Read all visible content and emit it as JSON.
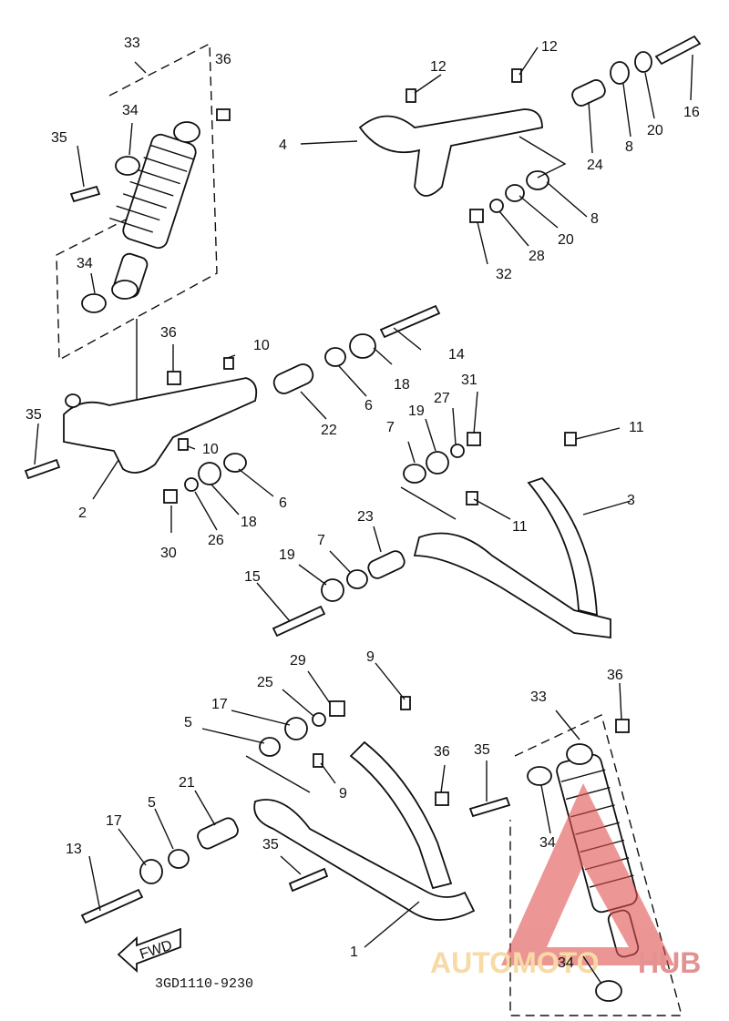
{
  "diagram": {
    "drawing_code": "3GD1110-9230",
    "fwd_label": "FWD",
    "watermark": {
      "part1": "AUTOMOTO",
      "part2": "HUB",
      "color1": "#f2c26a",
      "color2": "#d24a4a"
    },
    "callouts": [
      {
        "id": "c33a",
        "text": "33"
      },
      {
        "id": "c36a",
        "text": "36"
      },
      {
        "id": "c34a",
        "text": "34"
      },
      {
        "id": "c35a",
        "text": "35"
      },
      {
        "id": "c34b",
        "text": "34"
      },
      {
        "id": "c36b",
        "text": "36"
      },
      {
        "id": "c35b",
        "text": "35"
      },
      {
        "id": "c10a",
        "text": "10"
      },
      {
        "id": "c10b",
        "text": "10"
      },
      {
        "id": "c2",
        "text": "2"
      },
      {
        "id": "c30",
        "text": "30"
      },
      {
        "id": "c26",
        "text": "26"
      },
      {
        "id": "c18a",
        "text": "18"
      },
      {
        "id": "c6a",
        "text": "6"
      },
      {
        "id": "c22",
        "text": "22"
      },
      {
        "id": "c6b",
        "text": "6"
      },
      {
        "id": "c18b",
        "text": "18"
      },
      {
        "id": "c14",
        "text": "14"
      },
      {
        "id": "c12a",
        "text": "12"
      },
      {
        "id": "c12b",
        "text": "12"
      },
      {
        "id": "c4",
        "text": "4"
      },
      {
        "id": "c16",
        "text": "16"
      },
      {
        "id": "c8a",
        "text": "8"
      },
      {
        "id": "c20a",
        "text": "20"
      },
      {
        "id": "c24",
        "text": "24"
      },
      {
        "id": "c8b",
        "text": "8"
      },
      {
        "id": "c20b",
        "text": "20"
      },
      {
        "id": "c28",
        "text": "28"
      },
      {
        "id": "c32",
        "text": "32"
      },
      {
        "id": "c7a",
        "text": "7"
      },
      {
        "id": "c19a",
        "text": "19"
      },
      {
        "id": "c27",
        "text": "27"
      },
      {
        "id": "c31",
        "text": "31"
      },
      {
        "id": "c11a",
        "text": "11"
      },
      {
        "id": "c3",
        "text": "3"
      },
      {
        "id": "c11b",
        "text": "11"
      },
      {
        "id": "c23",
        "text": "23"
      },
      {
        "id": "c7b",
        "text": "7"
      },
      {
        "id": "c19b",
        "text": "19"
      },
      {
        "id": "c15",
        "text": "15"
      },
      {
        "id": "c29",
        "text": "29"
      },
      {
        "id": "c9a",
        "text": "9"
      },
      {
        "id": "c25",
        "text": "25"
      },
      {
        "id": "c17a",
        "text": "17"
      },
      {
        "id": "c5a",
        "text": "5"
      },
      {
        "id": "c9b",
        "text": "9"
      },
      {
        "id": "c21",
        "text": "21"
      },
      {
        "id": "c5b",
        "text": "5"
      },
      {
        "id": "c17b",
        "text": "17"
      },
      {
        "id": "c13",
        "text": "13"
      },
      {
        "id": "c35c",
        "text": "35"
      },
      {
        "id": "c36c",
        "text": "36"
      },
      {
        "id": "c35d",
        "text": "35"
      },
      {
        "id": "c33b",
        "text": "33"
      },
      {
        "id": "c36d",
        "text": "36"
      },
      {
        "id": "c34c",
        "text": "34"
      },
      {
        "id": "c34d",
        "text": "34"
      },
      {
        "id": "c1",
        "text": "1"
      }
    ]
  }
}
